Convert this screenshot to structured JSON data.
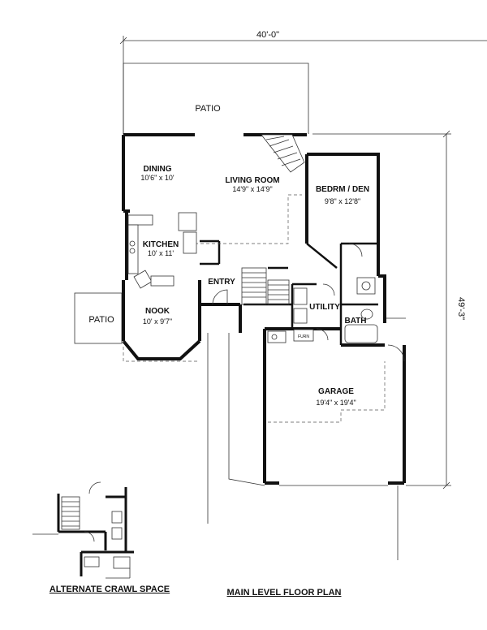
{
  "plan": {
    "overall_width": "40'-0\"",
    "overall_depth": "49'-3\"",
    "rooms": {
      "patio_rear": {
        "name": "PATIO"
      },
      "dining": {
        "name": "DINING",
        "size": "10'6\" x 10'"
      },
      "living": {
        "name": "LIVING ROOM",
        "size": "14'9\" x 14'9\""
      },
      "bedroom": {
        "name": "BEDRM / DEN",
        "size": "9'8\" x 12'8\""
      },
      "kitchen": {
        "name": "KITCHEN",
        "size": "10' x 11'"
      },
      "entry": {
        "name": "ENTRY"
      },
      "utility": {
        "name": "UTILITY"
      },
      "patio_side": {
        "name": "PATIO"
      },
      "nook": {
        "name": "NOOK",
        "size": "10' x 9'7\""
      },
      "bath": {
        "name": "BATH"
      },
      "garage": {
        "name": "GARAGE",
        "size": "19'4\" x 19'4\""
      }
    },
    "fixtures": {
      "furnace": "FURN"
    }
  },
  "captions": {
    "alternate": "ALTERNATE CRAWL SPACE",
    "main": "MAIN LEVEL FLOOR PLAN"
  }
}
